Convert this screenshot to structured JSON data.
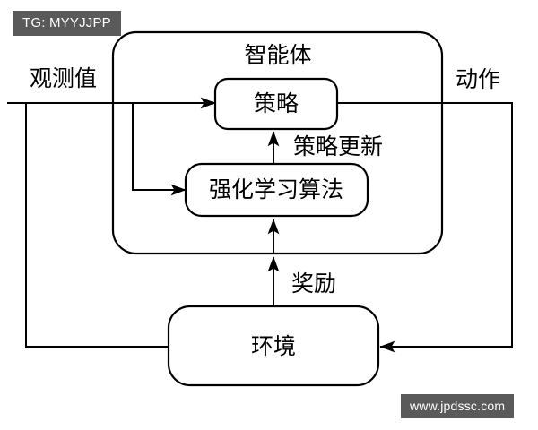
{
  "figure": {
    "type": "diagram",
    "subject": "reinforcement-learning-agent-environment-loop",
    "background_color": "#ffffff",
    "line_color": "#000000"
  },
  "watermarks": {
    "telegram": "TG: MYYJJPP",
    "site": "www.jpdssc.com",
    "badge_bg": "#5a5a5a",
    "badge_fg": "#ffffff"
  },
  "nodes": {
    "agent": "智能体",
    "policy": "策略",
    "algorithm": "强化学习算法",
    "environment": "环境"
  },
  "edges": {
    "observation": "观测值",
    "action": "动作",
    "policy_update": "策略更新",
    "reward": "奖励"
  }
}
